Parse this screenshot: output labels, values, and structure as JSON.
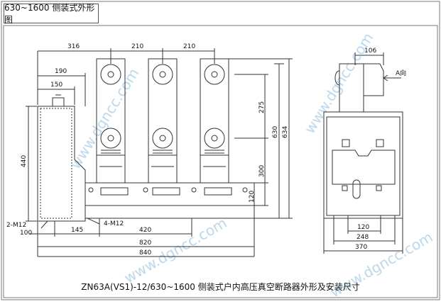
{
  "header": {
    "title": "630~1600 侧装式外形图"
  },
  "caption": "ZN63A(VS1)-12/630~1600 侧装式户内高压真空断路器外形及安装尺寸",
  "watermark": "www.dgncc.com",
  "dimensions": {
    "d316": "316",
    "d210a": "210",
    "d210b": "210",
    "d190": "190",
    "d150": "150",
    "d440": "440",
    "d275": "275",
    "d630": "630",
    "d634": "634",
    "d300": "300",
    "d120v": "120",
    "d2m12": "2-M12",
    "d100": "100",
    "d145": "145",
    "d4m12": "4-M12",
    "d420": "420",
    "d820": "820",
    "d840": "840",
    "d106": "106",
    "a_dir": "A向",
    "d120h": "120",
    "d248": "248",
    "d370": "370"
  },
  "colors": {
    "line": "#333333",
    "watermark": "#9cc8e8",
    "frame": "#7a7a7a"
  }
}
